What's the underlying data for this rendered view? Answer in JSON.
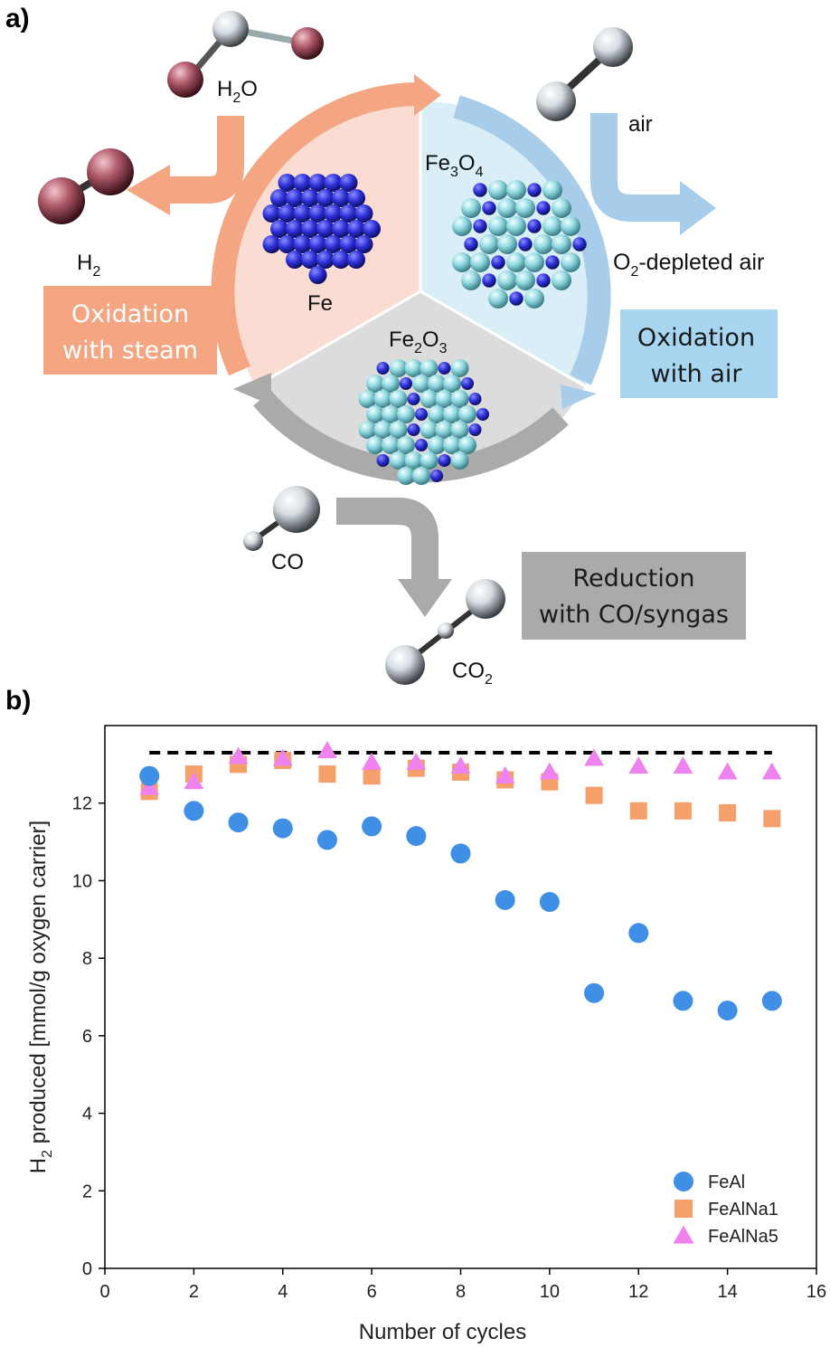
{
  "panel_a": {
    "label": "a)",
    "species": {
      "fe": "Fe",
      "fe3o4_main": "Fe",
      "fe3o4_sub1": "3",
      "fe3o4_mid": "O",
      "fe3o4_sub2": "4",
      "fe2o3_main": "Fe",
      "fe2o3_sub1": "2",
      "fe2o3_mid": "O",
      "fe2o3_sub2": "3"
    },
    "molecules": {
      "h2o_main": "H",
      "h2o_sub": "2",
      "h2o_tail": "O",
      "h2_main": "H",
      "h2_sub": "2",
      "air": "air",
      "o2_main": "O",
      "o2_sub": "2",
      "o2_tail": "-depleted air",
      "co": "CO",
      "co2_main": "CO",
      "co2_sub": "2"
    },
    "boxes": {
      "steam_line1": "Oxidation",
      "steam_line2": "with steam",
      "air_line1": "Oxidation",
      "air_line2": "with  air",
      "reduction_line1": "Reduction",
      "reduction_line2": "with CO/syngas"
    },
    "colors": {
      "steam": "#f4a582",
      "air": "#a8cdea",
      "reduction": "#a9aaa9",
      "fe_atom": "#2b2fd6",
      "o_atom": "#8fd8e0"
    }
  },
  "panel_b": {
    "label": "b)"
  },
  "chart_data": {
    "type": "scatter",
    "xlabel": "Number of cycles",
    "ylabel_main": "H",
    "ylabel_sub": "2",
    "ylabel_tail": " produced [mmol/g oxygen carrier]",
    "xlim": [
      0,
      16
    ],
    "ylim": [
      0,
      14
    ],
    "xticks": [
      0,
      2,
      4,
      6,
      8,
      10,
      12,
      14,
      16
    ],
    "yticks": [
      0,
      2,
      4,
      6,
      8,
      10,
      12
    ],
    "grid": false,
    "legend_position": "bottom-right",
    "reference_line": {
      "y": 13.3,
      "x_start": 1,
      "x_end": 15,
      "style": "dashed",
      "color": "#000000"
    },
    "series": [
      {
        "name": "FeAl",
        "marker": "circle",
        "color": "#3f8fe6",
        "x": [
          1,
          2,
          3,
          4,
          5,
          6,
          7,
          8,
          9,
          10,
          11,
          12,
          13,
          14,
          15
        ],
        "y": [
          12.7,
          11.8,
          11.5,
          11.35,
          11.05,
          11.4,
          11.15,
          10.7,
          9.5,
          9.45,
          7.1,
          8.65,
          6.9,
          6.65,
          6.9
        ]
      },
      {
        "name": "FeAlNa1",
        "marker": "square",
        "color": "#f5a06b",
        "x": [
          1,
          2,
          3,
          4,
          5,
          6,
          7,
          8,
          9,
          10,
          11,
          12,
          13,
          14,
          15
        ],
        "y": [
          12.3,
          12.75,
          13.0,
          13.1,
          12.75,
          12.7,
          12.9,
          12.8,
          12.6,
          12.55,
          12.2,
          11.8,
          11.8,
          11.75,
          11.6
        ]
      },
      {
        "name": "FeAlNa5",
        "marker": "triangle",
        "color": "#ee82ee",
        "x": [
          1,
          2,
          3,
          4,
          5,
          6,
          7,
          8,
          9,
          10,
          11,
          12,
          13,
          14,
          15
        ],
        "y": [
          12.4,
          12.55,
          13.2,
          13.15,
          13.35,
          13.05,
          13.05,
          12.95,
          12.7,
          12.8,
          13.15,
          12.95,
          12.95,
          12.8,
          12.8
        ]
      }
    ]
  }
}
